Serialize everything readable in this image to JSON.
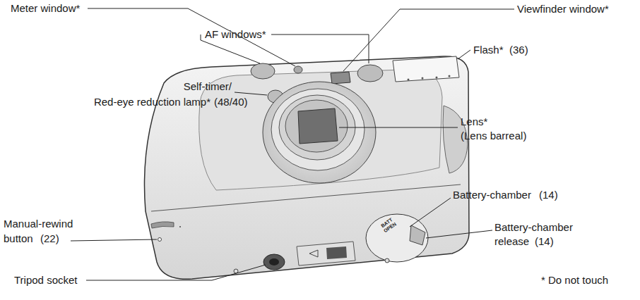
{
  "diagram": {
    "labels": [
      "Meter window*",
      "AF windows*",
      "Viewfinder window*",
      "Flash*",
      "(36)",
      "Self-timer/",
      "Red-eye reduction lamp*",
      "(48/40)",
      "Lens*",
      "(Lens barreal)",
      "Manual-rewind",
      "button",
      "(22)",
      "Battery-chamber",
      "(14)",
      "Battery-chamber",
      "release",
      "(14)",
      "Tripod socket",
      "* Do not touch",
      "BATT OPEN"
    ]
  }
}
